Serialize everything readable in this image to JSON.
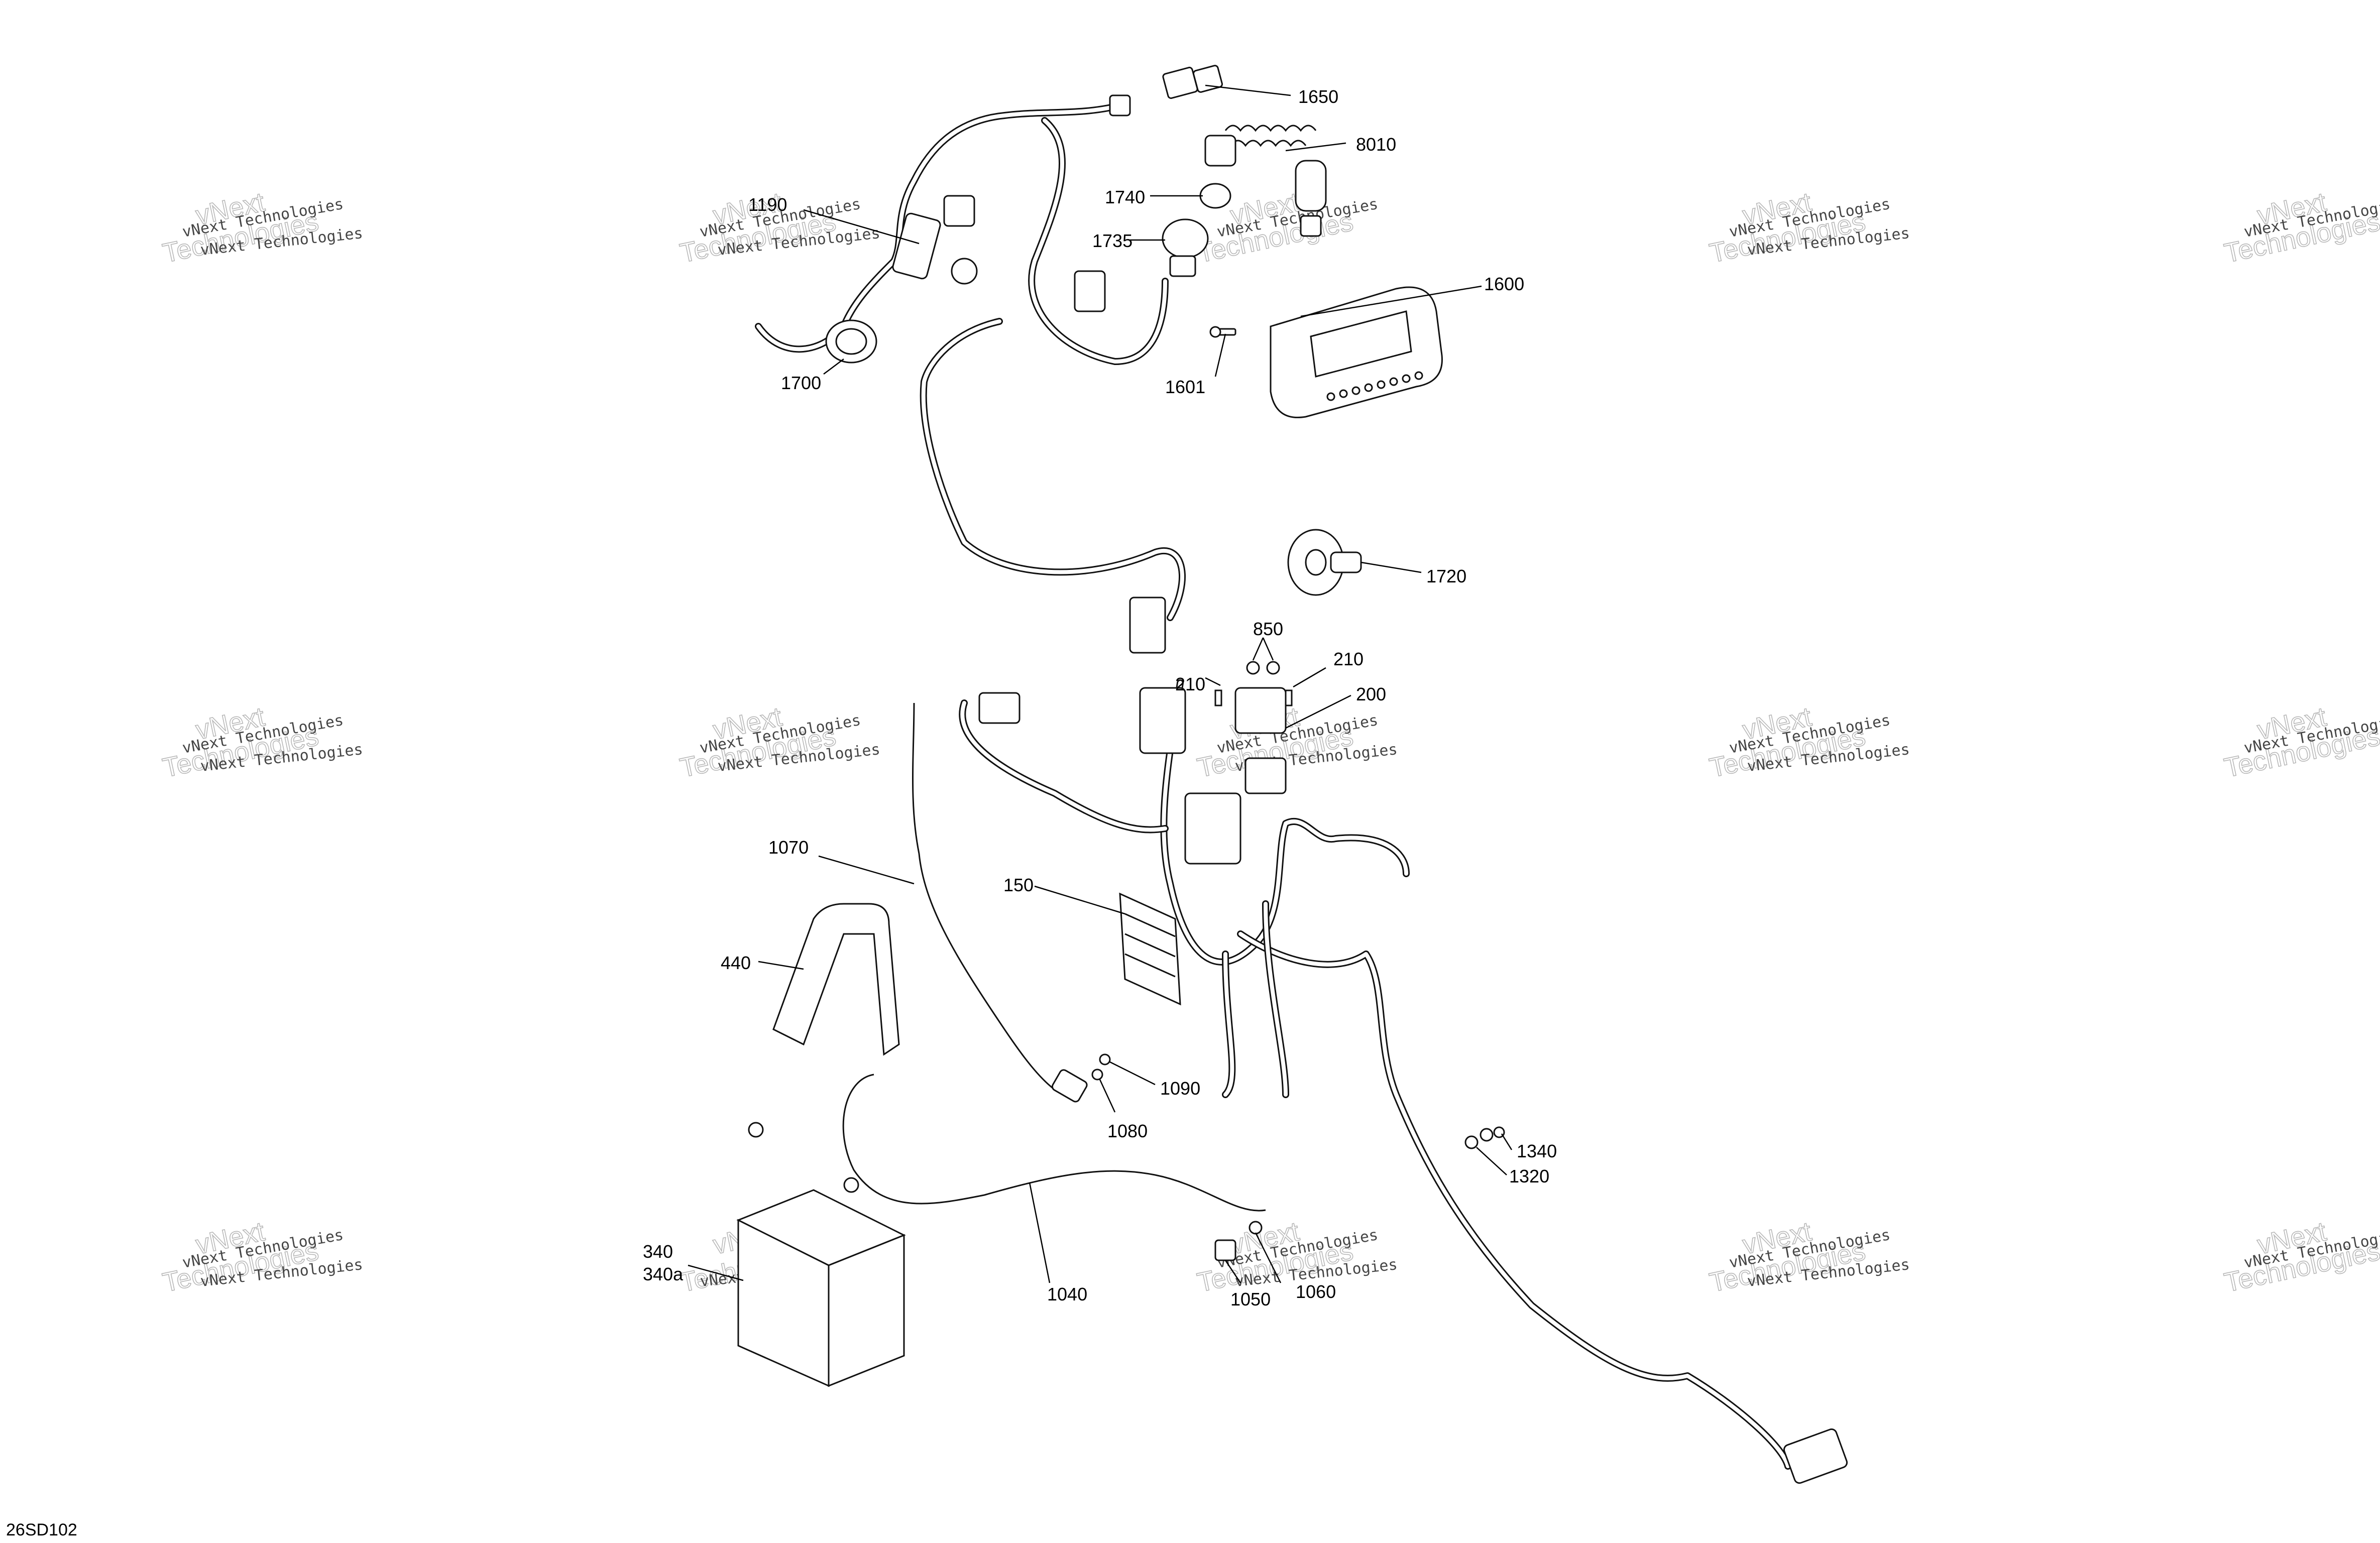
{
  "diagram": {
    "id": "26SD102",
    "callouts": {
      "c1650": "1650",
      "c8010": "8010",
      "c1740": "1740",
      "c1735": "1735",
      "c1190": "1190",
      "c1600": "1600",
      "c1601": "1601",
      "c1700": "1700",
      "c1720": "1720",
      "c850": "850",
      "c210a": "210",
      "c210b": "210",
      "c200": "200",
      "c1070": "1070",
      "c150": "150",
      "c440": "440",
      "c1090": "1090",
      "c1080": "1080",
      "c1340": "1340",
      "c1320": "1320",
      "c340": "340",
      "c340a": "340a",
      "c1040": "1040",
      "c1050": "1050",
      "c1060": "1060"
    }
  },
  "watermark": {
    "brand_line1": "vNext",
    "brand_line2": "Technologies",
    "label": "vNext Technologies"
  },
  "colors": {
    "line": "#111111",
    "background": "#ffffff",
    "watermark_outline": "#b8b8b8"
  }
}
